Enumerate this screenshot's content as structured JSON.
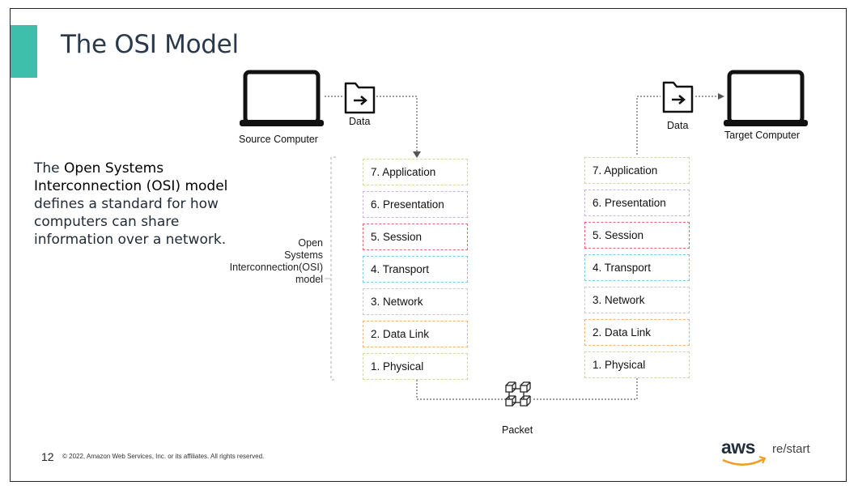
{
  "slide": {
    "title": "The OSI Model",
    "intro": {
      "pre": "The ",
      "emphasis": "Open Systems Interconnection (OSI) model",
      "post": " defines a standard for how computers can share information over a network."
    },
    "osi_label_lines": [
      "Open",
      "Systems",
      "Interconnection(OSI)",
      "model"
    ]
  },
  "diagram": {
    "source_label": "Source Computer",
    "target_label": "Target Computer",
    "data_label_left": "Data",
    "data_label_right": "Data",
    "packet_label": "Packet",
    "layers": [
      {
        "label": "7. Application",
        "color": "#c8dca0"
      },
      {
        "label": "6. Presentation",
        "color": "#c9b5d8"
      },
      {
        "label": "5. Session",
        "color": "#e06a6a"
      },
      {
        "label": "4. Transport",
        "color": "#7cc8ea"
      },
      {
        "label": "3. Network",
        "color": "#c8c8c8"
      },
      {
        "label": "2. Data Link",
        "color": "#f0b27a"
      },
      {
        "label": "1. Physical",
        "color": "#c8dca0"
      }
    ]
  },
  "footer": {
    "page_number": "12",
    "copyright": "© 2022, Amazon Web Services, Inc. or its affiliates. All rights reserved.",
    "logo_text": "aws",
    "restart": "re/start"
  }
}
